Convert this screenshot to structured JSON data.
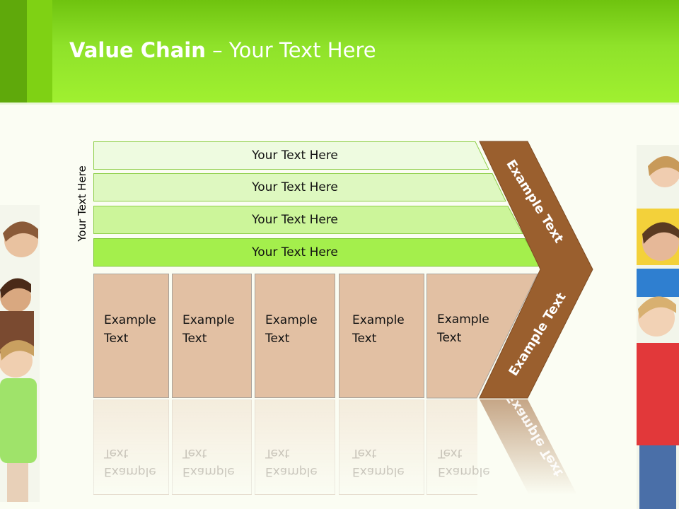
{
  "header": {
    "title_bold": "Value Chain",
    "title_rest": " – Your Text Here",
    "colors": {
      "dark": "#5fa90b",
      "mid": "#7fd114",
      "light": "#a0f030"
    }
  },
  "diagram": {
    "side_label": "Your Text Here",
    "bars": [
      {
        "label": "Your Text Here",
        "color": "#eefbe0"
      },
      {
        "label": "Your Text Here",
        "color": "#def8c0"
      },
      {
        "label": "Your Text Here",
        "color": "#ccf59a"
      },
      {
        "label": "Your Text Here",
        "color": "#a4ef4c"
      }
    ],
    "boxes": [
      {
        "line1": "Example",
        "line2": "Text"
      },
      {
        "line1": "Example",
        "line2": "Text"
      },
      {
        "line1": "Example",
        "line2": "Text"
      },
      {
        "line1": "Example",
        "line2": "Text"
      },
      {
        "line1": "Example",
        "line2": "Text"
      }
    ],
    "box_color": "#e2c0a3",
    "chevron": {
      "top_label": "Example Text",
      "bottom_label": "Example Text",
      "color": "#9a5f2e"
    }
  }
}
